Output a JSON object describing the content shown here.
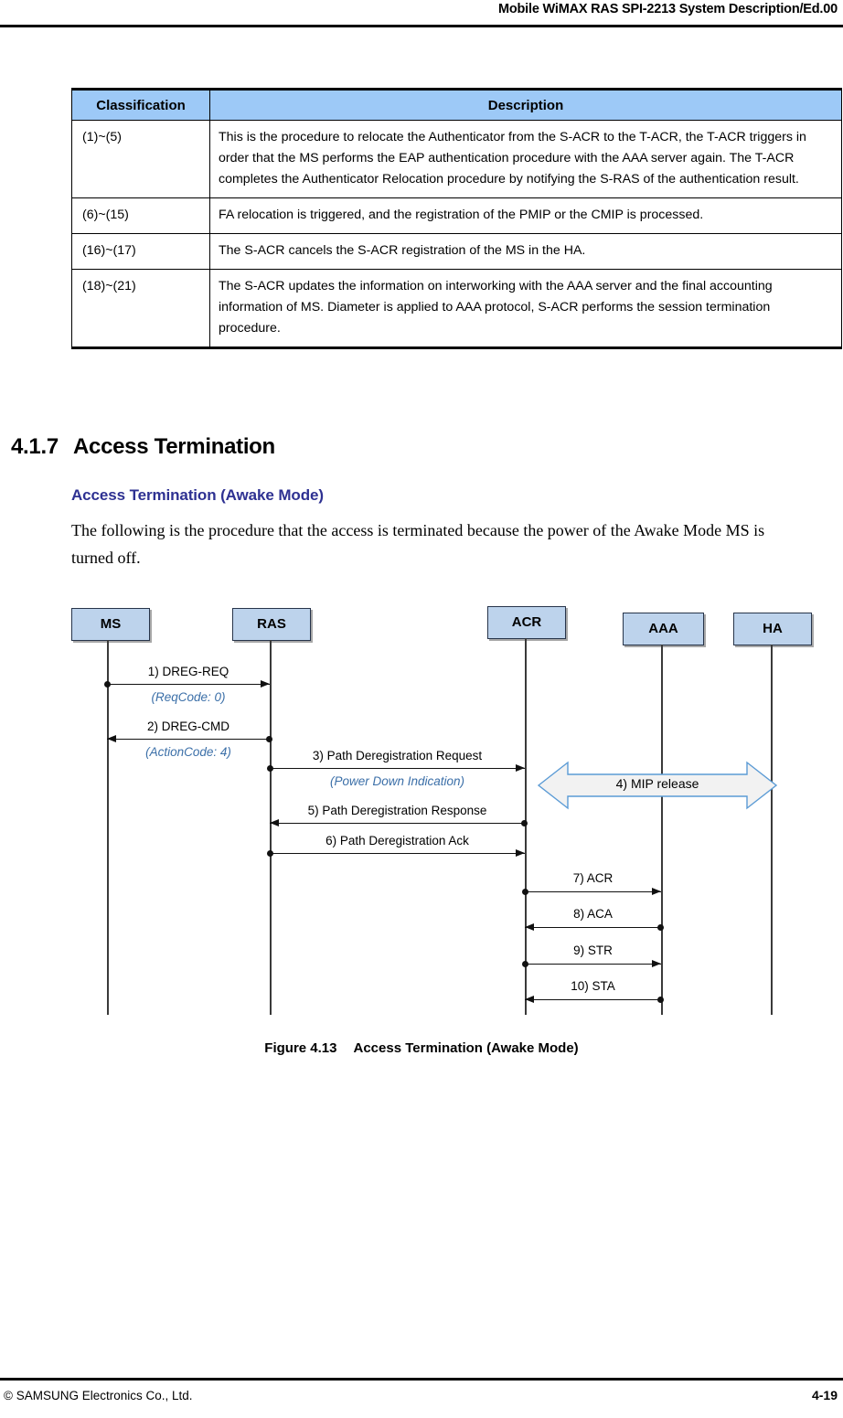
{
  "header": {
    "title": "Mobile WiMAX RAS SPI-2213 System Description/Ed.00"
  },
  "table": {
    "columns": [
      "Classification",
      "Description"
    ],
    "rows": [
      {
        "classification": "(1)~(5)",
        "description": "This is the procedure to relocate the Authenticator from the S-ACR to the T-ACR, the T-ACR triggers in order that the MS performs the EAP authentication procedure with the AAA server again. The T-ACR completes the Authenticator Relocation procedure by notifying the S-RAS of the authentication result."
      },
      {
        "classification": "(6)~(15)",
        "description": "FA relocation is triggered, and the registration of the PMIP or the CMIP is processed."
      },
      {
        "classification": "(16)~(17)",
        "description": "The S-ACR cancels the S-ACR registration of the MS in the HA."
      },
      {
        "classification": "(18)~(21)",
        "description": "The S-ACR updates the information on interworking with the AAA server and the final accounting information of MS. Diameter is applied to AAA protocol, S-ACR performs the session termination procedure."
      }
    ]
  },
  "section": {
    "number": "4.1.7",
    "title": "Access Termination",
    "subtitle": "Access Termination (Awake Mode)",
    "paragraph": "The following is the procedure that the access is terminated because the power of the Awake Mode MS is turned off."
  },
  "diagram": {
    "nodes": [
      {
        "label": "MS"
      },
      {
        "label": "RAS"
      },
      {
        "label": "ACR"
      },
      {
        "label": "AAA"
      },
      {
        "label": "HA"
      }
    ],
    "messages": [
      {
        "label": "1) DREG-REQ",
        "sub": "(ReqCode: 0)"
      },
      {
        "label": "2) DREG-CMD",
        "sub": "(ActionCode: 4)"
      },
      {
        "label": "3) Path Deregistration Request",
        "sub": "(Power Down Indication)"
      },
      {
        "label": "5) Path Deregistration Response",
        "sub": ""
      },
      {
        "label": "6) Path Deregistration Ack",
        "sub": ""
      },
      {
        "label": "7) ACR",
        "sub": ""
      },
      {
        "label": "8) ACA",
        "sub": ""
      },
      {
        "label": "9) STR",
        "sub": ""
      },
      {
        "label": "10) STA",
        "sub": ""
      }
    ],
    "block_arrow": {
      "label": "4) MIP release"
    },
    "colors": {
      "node_fill": "#BDD3EC",
      "sub_label": "#3B6FA8",
      "block_arrow_fill": "#F2F2F2",
      "block_arrow_stroke": "#5B9BD5"
    }
  },
  "figure": {
    "number": "Figure 4.13",
    "title": "Access Termination (Awake Mode)"
  },
  "footer": {
    "copyright": "© SAMSUNG Electronics Co., Ltd.",
    "page": "4-19"
  }
}
